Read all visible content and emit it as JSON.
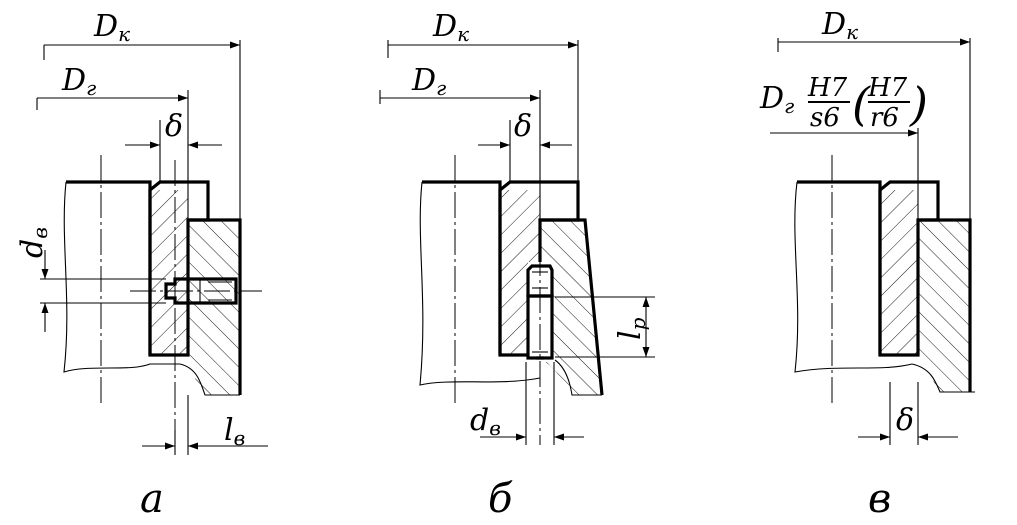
{
  "labels": {
    "dk": "D",
    "dk_sub": "к",
    "dg": "D",
    "dg_sub": "г",
    "delta": "δ",
    "d": "d",
    "d_sub": "в",
    "l": "l",
    "lv_sub": "в",
    "lp_sub": "р"
  },
  "fit": {
    "hole1": "H7",
    "shaft1": "s6",
    "hole2": "H7",
    "shaft2": "r6"
  },
  "captions": {
    "a": "а",
    "b": "б",
    "v": "в"
  }
}
